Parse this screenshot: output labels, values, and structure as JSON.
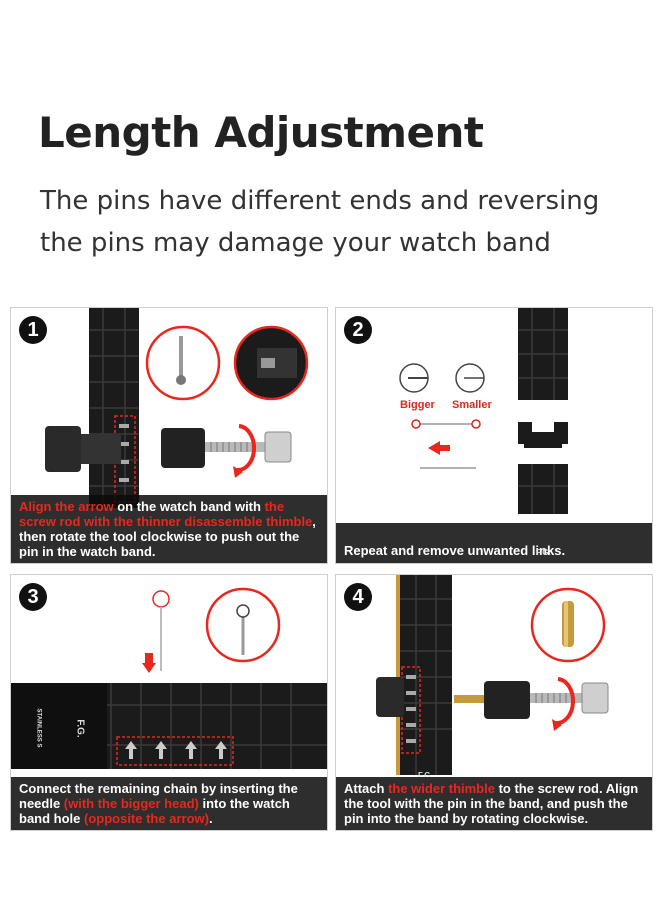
{
  "header": {
    "title": "Length Adjustment",
    "subtitle": "The pins have different ends and reversing the pins may damage your watch band"
  },
  "steps": [
    {
      "number": "1",
      "caption": [
        {
          "text": "Align the arrow",
          "highlight": true
        },
        {
          "text": " on the watch band with ",
          "highlight": false
        },
        {
          "text": "the screw rod with the thinner disassemble thimble",
          "highlight": true
        },
        {
          "text": ", then rotate the tool clockwise to push out the pin in the watch band.",
          "highlight": false
        }
      ]
    },
    {
      "number": "2",
      "labels": {
        "bigger": "Bigger",
        "smaller": "Smaller",
        "mark": "F.G."
      },
      "caption": [
        {
          "text": "Repeat and remove unwanted links.",
          "highlight": false
        }
      ]
    },
    {
      "number": "3",
      "labels": {
        "brand": "F.G.",
        "side": "STAINLESS S"
      },
      "caption": [
        {
          "text": "Connect the remaining chain by inserting the needle ",
          "highlight": false
        },
        {
          "text": "(with the bigger head)",
          "highlight": true
        },
        {
          "text": " into the watch band hole ",
          "highlight": false
        },
        {
          "text": "(opposite the arrow)",
          "highlight": true
        },
        {
          "text": ".",
          "highlight": false
        }
      ]
    },
    {
      "number": "4",
      "labels": {
        "brand": "F.G."
      },
      "caption": [
        {
          "text": "Attach ",
          "highlight": false
        },
        {
          "text": "the wider thimble",
          "highlight": true
        },
        {
          "text": " to the screw rod. Align the tool with the pin in the band, and push the pin into the band by rotating clockwise.",
          "highlight": false
        }
      ]
    }
  ],
  "colors": {
    "accent": "#e8271f",
    "band": "#1b1b1b",
    "metal": "#b9b9b9",
    "caption_bg": "#0c0c0c"
  }
}
